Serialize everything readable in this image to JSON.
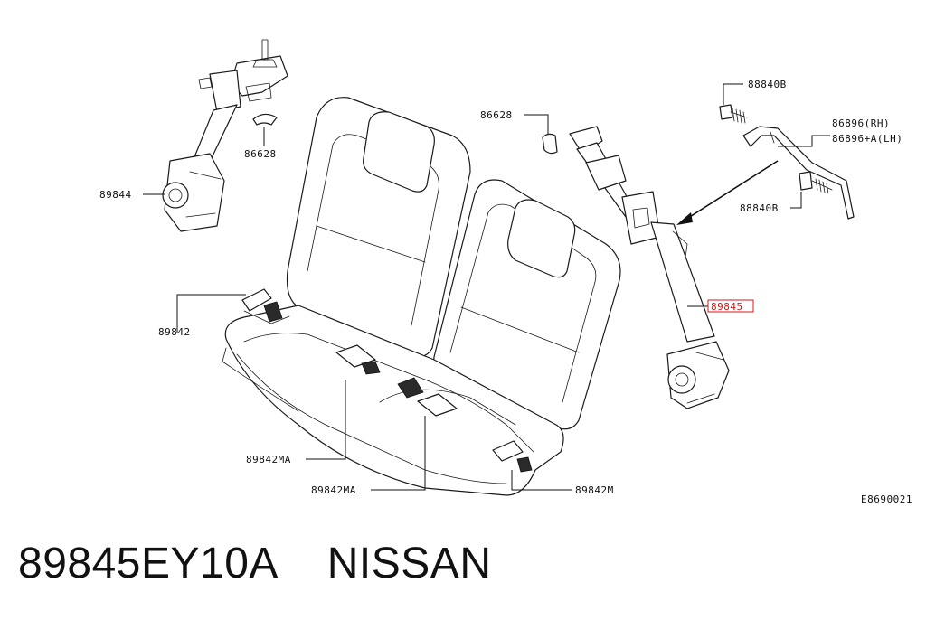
{
  "diagram": {
    "callouts": {
      "c88840b_top": "88840B",
      "c86628_left": "86628",
      "c86628_right": "86628",
      "c86896_rh": "86896(RH)",
      "c86896_lh": "86896+A(LH)",
      "c89844": "89844",
      "c88840b_bottom": "88840B",
      "c89845": "89845",
      "c89842": "89842",
      "c89842ma_a": "89842MA",
      "c89842ma_b": "89842MA",
      "c89842m": "89842M"
    },
    "figure_code": "E8690021",
    "highlight_color": "#d01818"
  },
  "caption": {
    "part_number": "89845EY10A",
    "brand": "NISSAN"
  }
}
